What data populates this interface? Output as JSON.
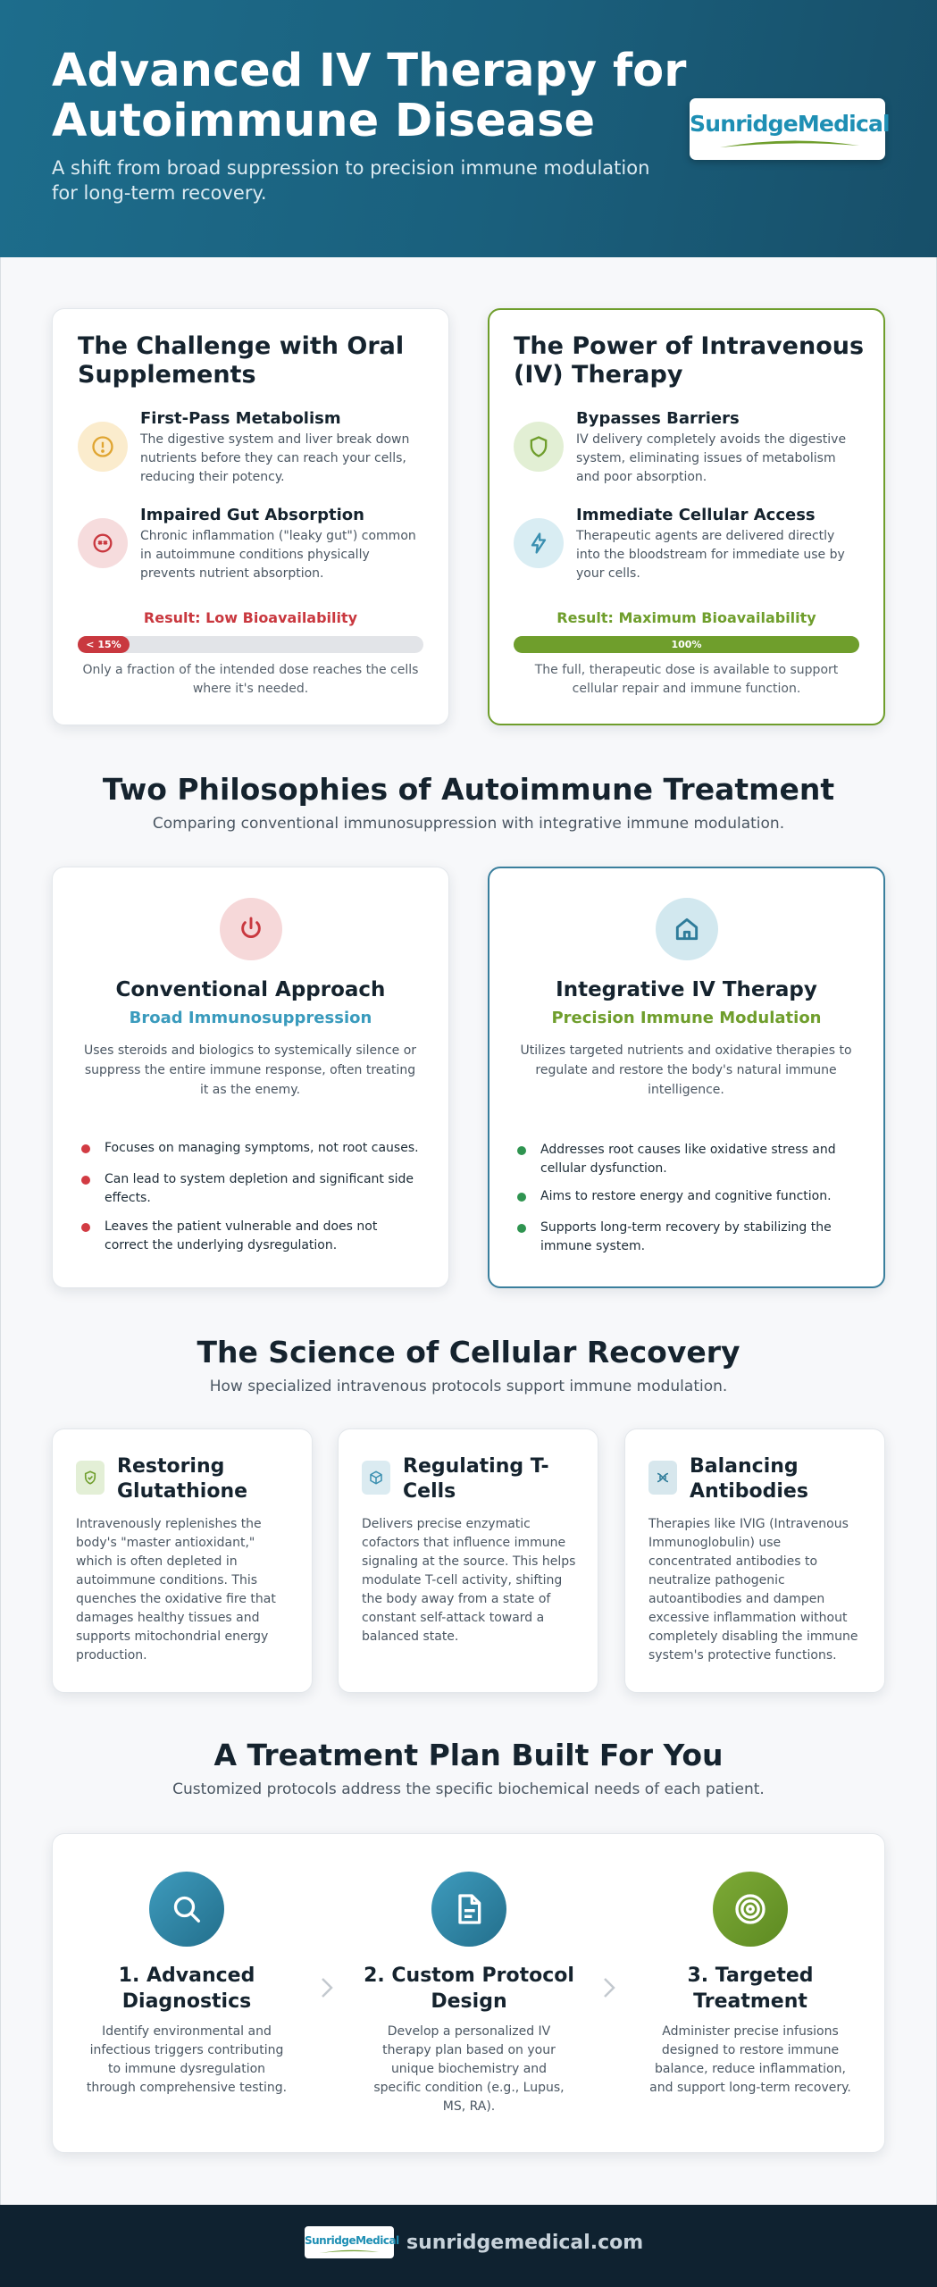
{
  "header": {
    "title": "Advanced IV Therapy for Autoimmune Disease",
    "subtitle": "A shift from broad suppression to precision immune modulation for long-term recovery.",
    "logo_text": "SunridgeMedical"
  },
  "comparison": {
    "oral": {
      "title": "The Challenge with Oral Supplements",
      "items": [
        {
          "icon": "alert-circle-icon",
          "title": "First-Pass Metabolism",
          "text": "The digestive system and liver break down nutrients before they can reach your cells, reducing their potency."
        },
        {
          "icon": "gut-icon",
          "title": "Impaired Gut Absorption",
          "text": "Chronic inflammation (\"leaky gut\") common in autoimmune conditions physically prevents nutrient absorption."
        }
      ],
      "result": "Result: Low Bioavailability",
      "bar_label": "< 15%",
      "bar_fraction": 0.15,
      "note": "Only a fraction of the intended dose reaches the cells where it's needed."
    },
    "iv": {
      "title": "The Power of Intravenous (IV) Therapy",
      "items": [
        {
          "icon": "shield-icon",
          "title": "Bypasses Barriers",
          "text": "IV delivery completely avoids the digestive system, eliminating issues of metabolism and poor absorption."
        },
        {
          "icon": "lightning-icon",
          "title": "Immediate Cellular Access",
          "text": "Therapeutic agents are delivered directly into the bloodstream for immediate use by your cells."
        }
      ],
      "result": "Result: Maximum Bioavailability",
      "bar_label": "100%",
      "bar_fraction": 1.0,
      "note": "The full, therapeutic dose is available to support cellular repair and immune function."
    }
  },
  "philosophies": {
    "title": "Two Philosophies of Autoimmune Treatment",
    "subtitle": "Comparing conventional immunosuppression with integrative immune modulation.",
    "conventional": {
      "icon": "power-icon",
      "title": "Conventional Approach",
      "subtitle": "Broad Immunosuppression",
      "text": "Uses steroids and biologics to systemically silence or suppress the entire immune response, often treating it as the enemy.",
      "bullets": [
        "Focuses on managing symptoms, not root causes.",
        "Can lead to system depletion and significant side effects.",
        "Leaves the patient vulnerable and does not correct the underlying dysregulation."
      ]
    },
    "integrative": {
      "icon": "home-icon",
      "title": "Integrative IV Therapy",
      "subtitle": "Precision Immune Modulation",
      "text": "Utilizes targeted nutrients and oxidative therapies to regulate and restore the body's natural immune intelligence.",
      "bullets": [
        "Addresses root causes like oxidative stress and cellular dysfunction.",
        "Aims to restore energy and cognitive function.",
        "Supports long-term recovery by stabilizing the immune system."
      ]
    }
  },
  "science": {
    "title": "The Science of Cellular Recovery",
    "subtitle": "How specialized intravenous protocols support immune modulation.",
    "cards": [
      {
        "icon": "shield-check-icon",
        "title": "Restoring Glutathione",
        "text": "Intravenously replenishes the body's \"master antioxidant,\" which is often depleted in autoimmune conditions. This quenches the oxidative fire that damages healthy tissues and supports mitochondrial energy production."
      },
      {
        "icon": "cube-icon",
        "title": "Regulating T-Cells",
        "text": "Delivers precise enzymatic cofactors that influence immune signaling at the source. This helps modulate T-cell activity, shifting the body away from a state of constant self-attack toward a balanced state."
      },
      {
        "icon": "dna-icon",
        "title": "Balancing Antibodies",
        "text": "Therapies like IVIG (Intravenous Immunoglobulin) use concentrated antibodies to neutralize pathogenic autoantibodies and dampen excessive inflammation without completely disabling the immune system's protective functions."
      }
    ]
  },
  "plan": {
    "title": "A Treatment Plan Built For You",
    "subtitle": "Customized protocols address the specific biochemical needs of each patient.",
    "steps": [
      {
        "icon": "search-icon",
        "title": "1. Advanced Diagnostics",
        "text": "Identify environmental and infectious triggers contributing to immune dysregulation through comprehensive testing."
      },
      {
        "icon": "document-icon",
        "title": "2. Custom Protocol Design",
        "text": "Develop a personalized IV therapy plan based on your unique biochemistry and specific condition (e.g., Lupus, MS, RA)."
      },
      {
        "icon": "target-icon",
        "title": "3. Targeted Treatment",
        "text": "Administer precise infusions designed to restore immune balance, reduce inflammation, and support long-term recovery."
      }
    ]
  },
  "footer": {
    "logo_text": "SunridgeMedical",
    "url": "sunridgemedical.com"
  },
  "colors": {
    "header_blue": "#1d6d8c",
    "accent_red": "#c9383f",
    "accent_green": "#6f9e2c",
    "accent_teal": "#3a8fb0",
    "footer_navy": "#0f2230"
  }
}
